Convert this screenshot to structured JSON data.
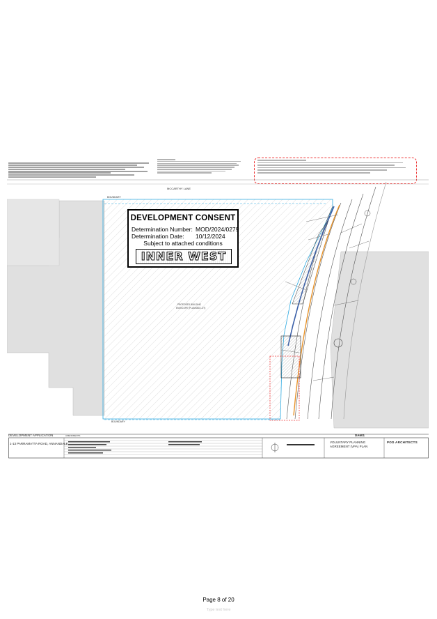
{
  "consent": {
    "title": "DEVELOPMENT CONSENT",
    "number_label": "Determination Number:",
    "number_value": "MOD/2024/0279",
    "date_label": "Determination Date:",
    "date_value": "10/12/2024",
    "conditions": "Subject to attached conditions",
    "stamp": "INNER WEST"
  },
  "plan": {
    "lane_label": "MCCARTHY LANE",
    "boundary_top": "BOUNDARY",
    "boundary_bottom": "BOUNDARY",
    "envelope_label_1": "PROPOSED BUILDING",
    "envelope_label_2": "ENVELOPE (PLANNED LOT)",
    "sheet_ref": "DA601"
  },
  "title_block": {
    "application": "DEVELOPMENT APPLICATION",
    "amendments": "AMENDMENTS",
    "address": "1-13 PARRAMATTA ROAD, ANNANDALE",
    "drawing_title_1": "VOLUNTARY PLANNING",
    "drawing_title_2": "AGREEMENT (VPA) PLAN",
    "firm": "POD ARCHITECTS"
  },
  "footer": {
    "page": "Page 8 of 20",
    "hint": "Type text here"
  }
}
